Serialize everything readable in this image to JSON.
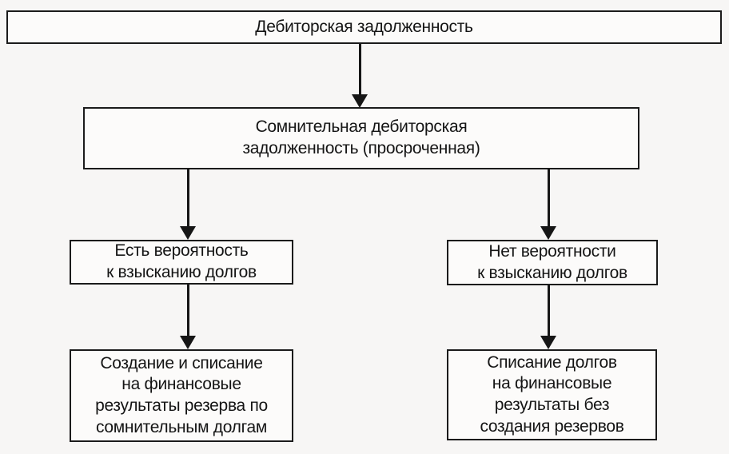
{
  "diagram": {
    "title": "Дебиторская задолженность",
    "type": "flowchart",
    "colors": {
      "background": "#f7f6f5",
      "node_background": "#fcfbfa",
      "border": "#1b1b1b",
      "text": "#151515",
      "arrow": "#161616"
    },
    "nodes": {
      "receivables": {
        "label": "Дебиторская задолженность"
      },
      "doubtful": {
        "label": "Сомнительная дебиторская\nзадолженность (просроченная)"
      },
      "has_probability": {
        "label": "Есть вероятность\nк взысканию долгов"
      },
      "no_probability": {
        "label": "Нет вероятности\nк взысканию долгов"
      },
      "create_reserve": {
        "label": "Создание и списание\nна финансовые\nрезультаты резерва по\nсомнительным долгам"
      },
      "write_off": {
        "label": "Списание долгов\nна финансовые\nрезультаты без\nсоздания резервов"
      }
    },
    "edges": [
      {
        "from": "receivables",
        "to": "doubtful"
      },
      {
        "from": "doubtful",
        "to": "has_probability"
      },
      {
        "from": "doubtful",
        "to": "no_probability"
      },
      {
        "from": "has_probability",
        "to": "create_reserve"
      },
      {
        "from": "no_probability",
        "to": "write_off"
      }
    ]
  }
}
